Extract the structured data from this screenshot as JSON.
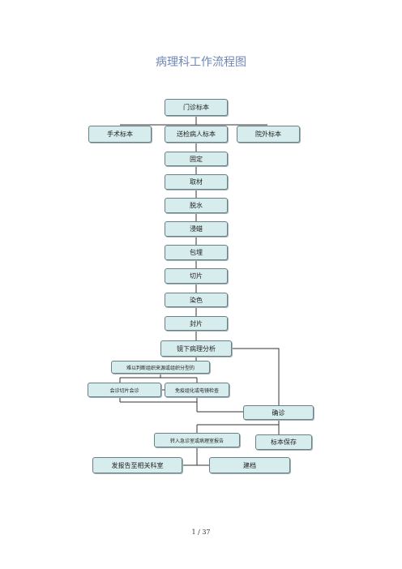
{
  "title": "病理科工作流程图",
  "nodes": {
    "clinic": "门诊标本",
    "surgery": "手术标本",
    "inpatient": "送检病人标本",
    "external": "院外标本",
    "fix": "固定",
    "sampling": "取材",
    "dehydrate": "脱水",
    "wax": "浸蜡",
    "embed": "包埋",
    "section": "切片",
    "stain": "染色",
    "mount": "封片",
    "microscope": "镜下病理分析",
    "difficult": "难以判断组织来源或组织分型的",
    "consult": "会诊切片会诊",
    "ihc": "免疫组化或电镜检查",
    "diagnosis": "确诊",
    "frozen": "转入急诊室或病理室报告",
    "storage": "标本保存",
    "report": "发报告至相关科室",
    "archive": "建档"
  },
  "footer": "1 / 37"
}
